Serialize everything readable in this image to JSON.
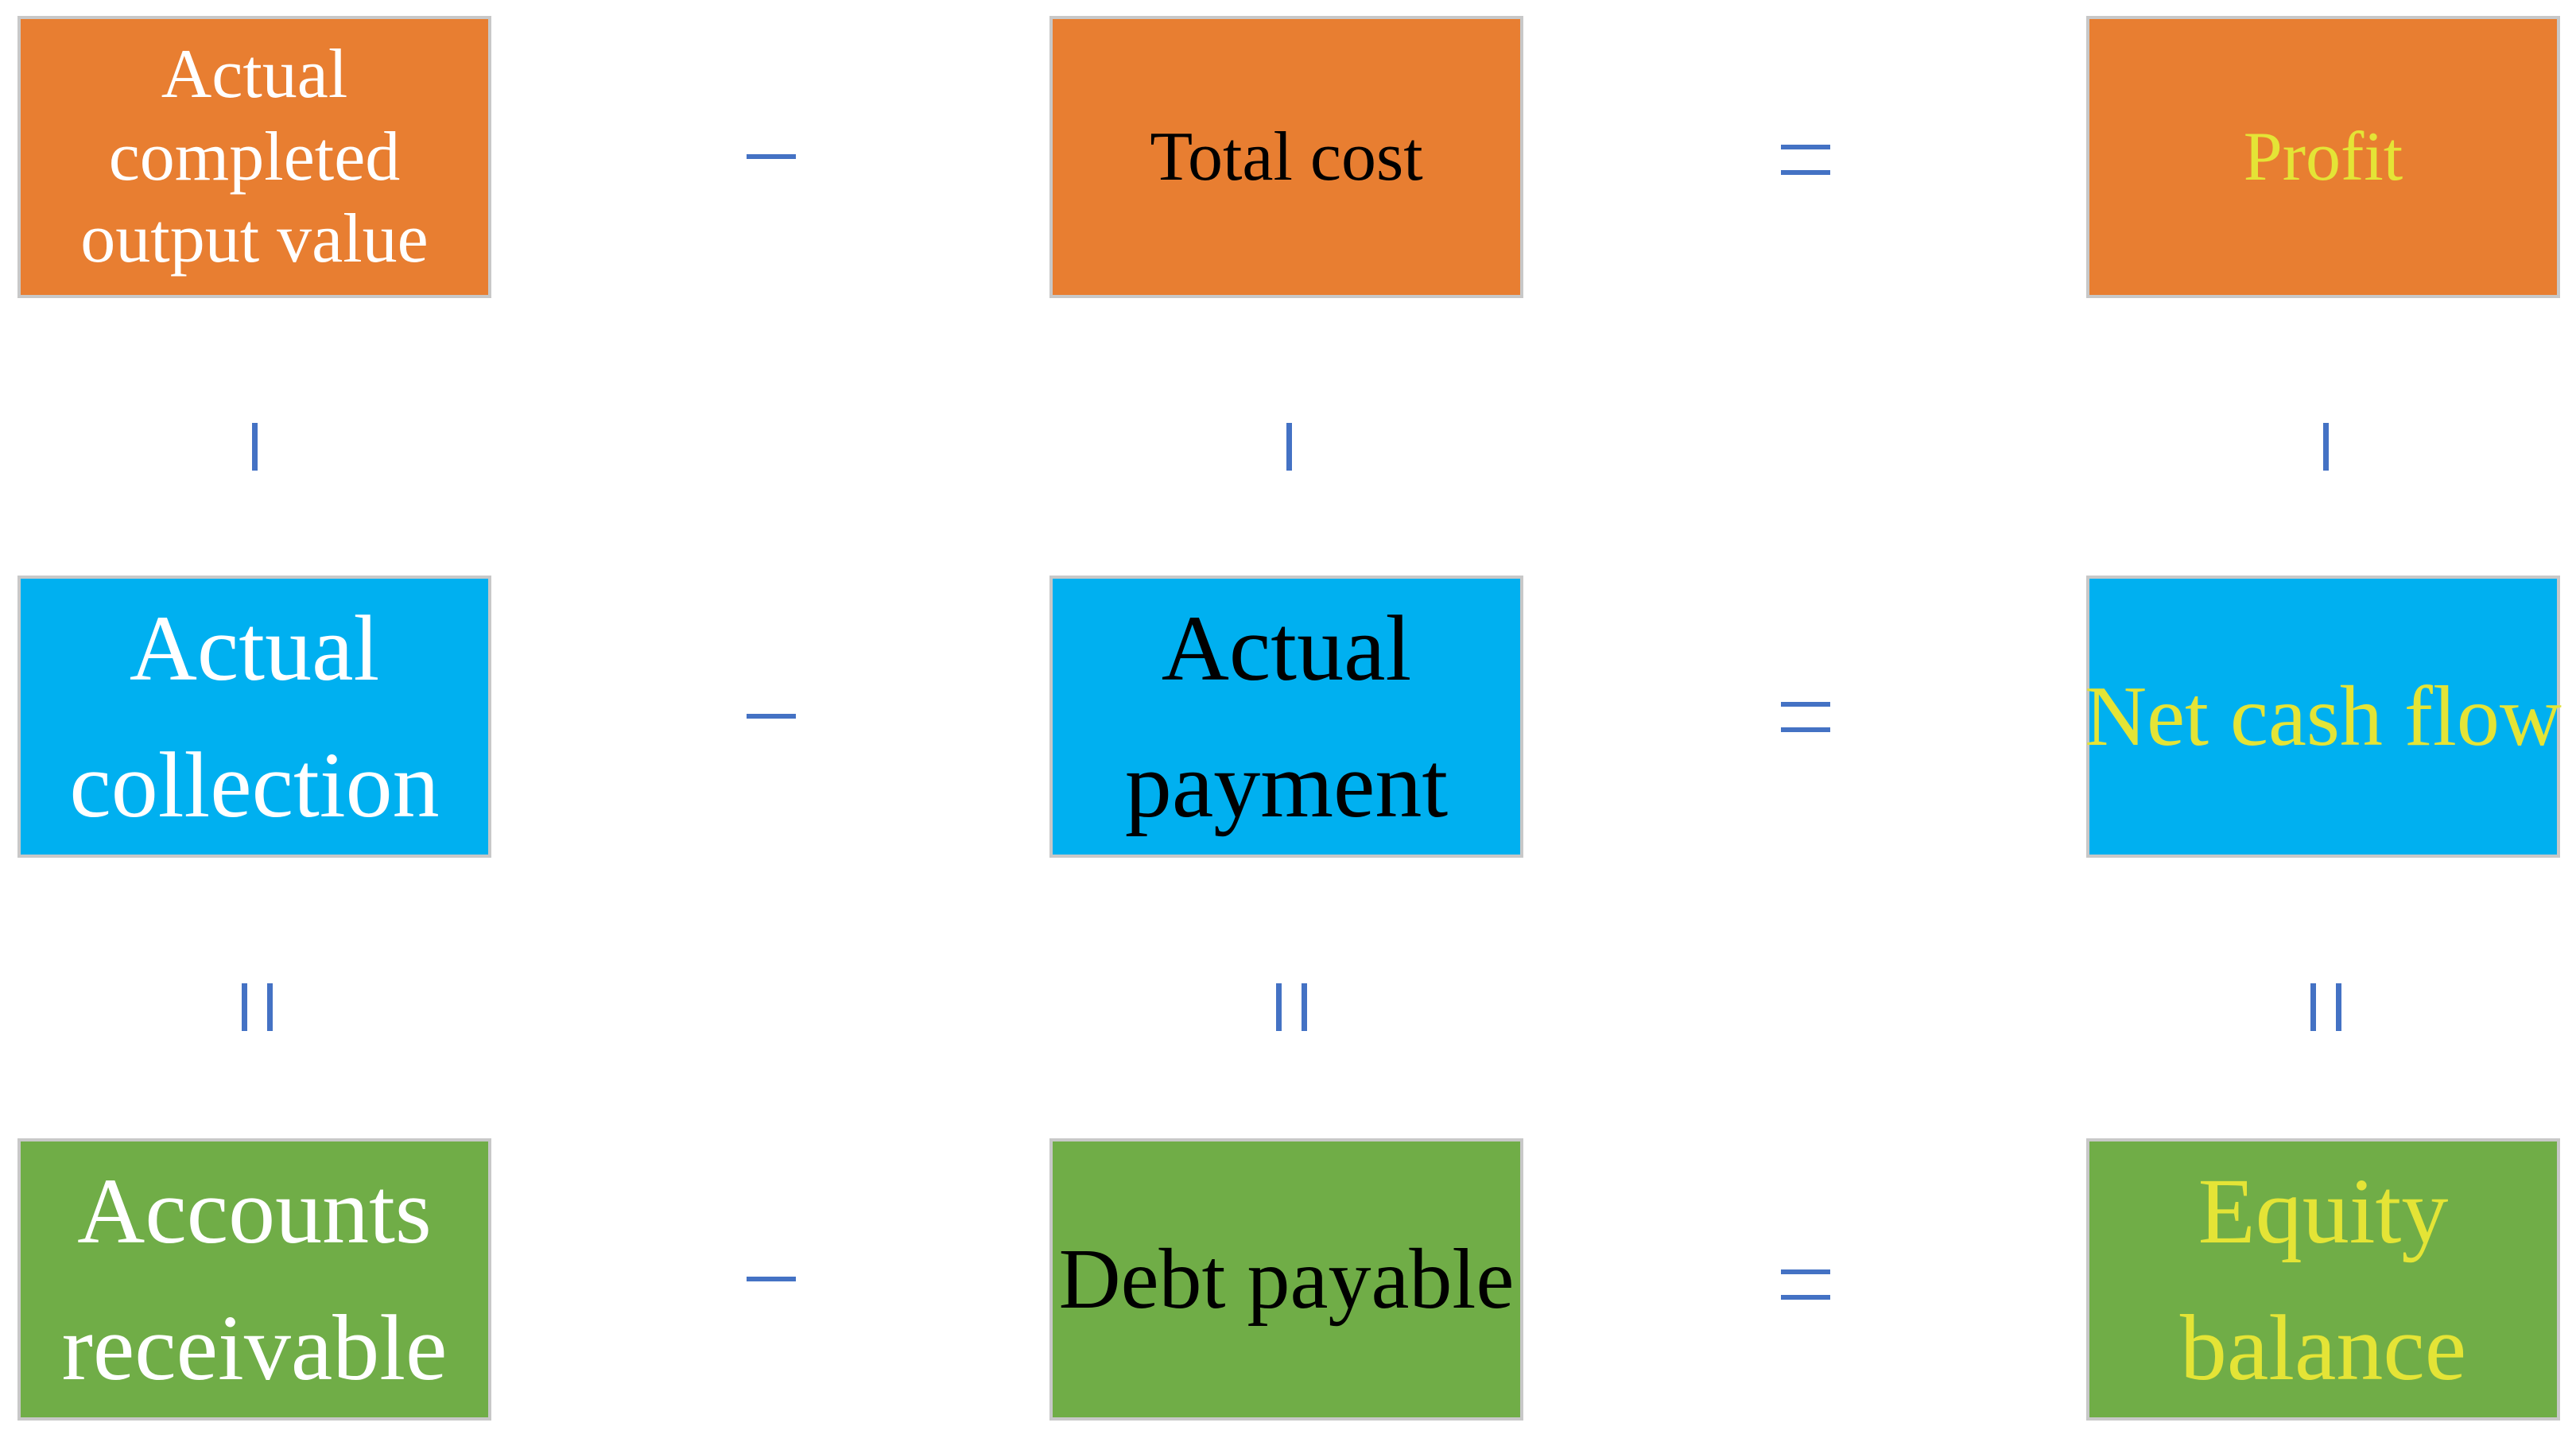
{
  "colors": {
    "row1_fill": "#E87E31",
    "row2_fill": "#00B0F0",
    "row3_fill": "#70AD47",
    "box_border": "#C8C8C8",
    "operator": "#4472C4",
    "text_white": "#FFFFFF",
    "text_black": "#000000",
    "text_yellow": "#E4E436"
  },
  "operators": {
    "row_operator": "−",
    "row_result_operator": "=",
    "column_operator": "−",
    "column_result_operator": "="
  },
  "boxes": {
    "r1c1": {
      "label": "Actual\ncompleted\noutput value",
      "fill": "#E87E31",
      "text_color": "#FFFFFF"
    },
    "r1c2": {
      "label": "Total cost",
      "fill": "#E87E31",
      "text_color": "#000000"
    },
    "r1c3": {
      "label": "Profit",
      "fill": "#E87E31",
      "text_color": "#E4E436"
    },
    "r2c1": {
      "label": "Actual\ncollection",
      "fill": "#00B0F0",
      "text_color": "#FFFFFF"
    },
    "r2c2": {
      "label": "Actual\npayment",
      "fill": "#00B0F0",
      "text_color": "#000000"
    },
    "r2c3": {
      "label": "Net cash flow",
      "fill": "#00B0F0",
      "text_color": "#E4E436"
    },
    "r3c1": {
      "label": "Accounts\nreceivable",
      "fill": "#70AD47",
      "text_color": "#FFFFFF"
    },
    "r3c2": {
      "label": "Debt payable",
      "fill": "#70AD47",
      "text_color": "#000000"
    },
    "r3c3": {
      "label": "Equity\nbalance",
      "fill": "#70AD47",
      "text_color": "#E4E436"
    }
  },
  "equations": [
    {
      "left": "Actual completed output value",
      "op": "−",
      "right": "Total cost",
      "result": "Profit"
    },
    {
      "left": "Actual collection",
      "op": "−",
      "right": "Actual payment",
      "result": "Net cash flow"
    },
    {
      "left": "Accounts receivable",
      "op": "−",
      "right": "Debt payable",
      "result": "Equity balance"
    }
  ]
}
